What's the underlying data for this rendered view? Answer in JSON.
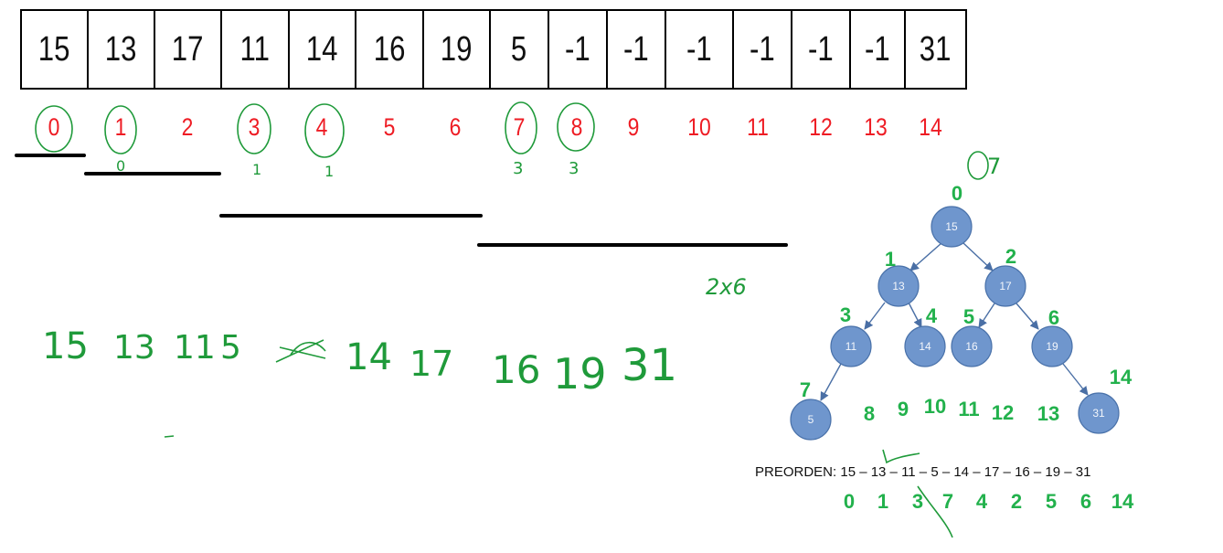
{
  "array": {
    "cells": [
      "15",
      "13",
      "17",
      "11",
      "14",
      "16",
      "19",
      "5",
      "-1",
      "-1",
      "-1",
      "-1",
      "-1",
      "-1",
      "31"
    ]
  },
  "indices": [
    "0",
    "1",
    "2",
    "3",
    "4",
    "5",
    "6",
    "7",
    "8",
    "9",
    "10",
    "11",
    "12",
    "13",
    "14"
  ],
  "annotations": {
    "under_index_marks": [
      "0",
      "1",
      "1",
      "3",
      "3"
    ],
    "top_right_note": "7",
    "mid_note": "2x6",
    "handwritten_sequence": [
      "15",
      "13",
      "11",
      "5",
      "14",
      "17",
      "16",
      "19",
      "31"
    ]
  },
  "tree": {
    "nodes": [
      {
        "value": "15",
        "index": "0"
      },
      {
        "value": "13",
        "index": "1"
      },
      {
        "value": "17",
        "index": "2"
      },
      {
        "value": "11",
        "index": "3"
      },
      {
        "value": "14",
        "index": "4"
      },
      {
        "value": "16",
        "index": "5"
      },
      {
        "value": "19",
        "index": "6"
      },
      {
        "value": "5",
        "index": "7"
      },
      {
        "value": "31",
        "index": "14"
      }
    ],
    "empty_slot_labels": [
      "8",
      "9",
      "10",
      "11",
      "12",
      "13"
    ]
  },
  "preorden": {
    "label": "PREORDEN: 15 – 13 – 11 – 5 – 14 – 17 – 16 – 19 – 31",
    "indices": [
      "0",
      "1",
      "3",
      "7",
      "4",
      "2",
      "5",
      "6",
      "14"
    ]
  },
  "colors": {
    "index_red": "#ee1c24",
    "ink_green": "#1f9a3a",
    "label_green": "#22b14c",
    "node_fill": "#6f96cd",
    "node_stroke": "#4a72aa",
    "edge": "#4a6fa5"
  }
}
